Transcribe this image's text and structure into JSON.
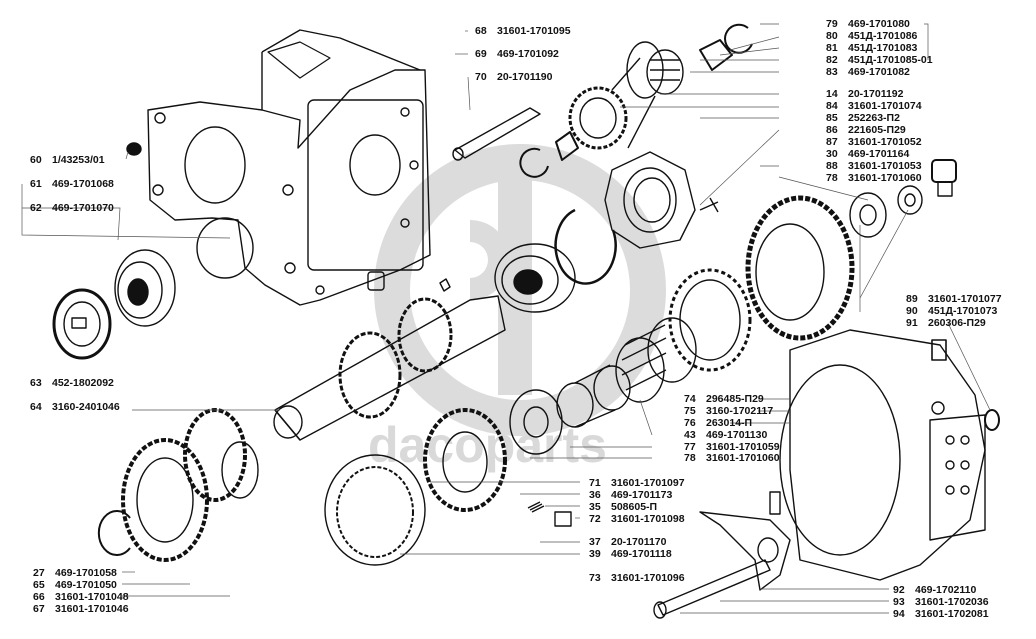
{
  "diagram": {
    "type": "exploded-parts-view",
    "subject": "transfer case / gearbox assembly",
    "watermark": {
      "logo_icon": "gp-logo",
      "text": "dacoparts",
      "color": "#d9d9d9"
    },
    "line_color": "#111111"
  },
  "callouts": [
    {
      "id": "68",
      "part": "31601-1701095"
    },
    {
      "id": "69",
      "part": "469-1701092"
    },
    {
      "id": "70",
      "part": "20-1701190"
    },
    {
      "id": "79",
      "part": "469-1701080"
    },
    {
      "id": "80",
      "part": "451Д-1701086"
    },
    {
      "id": "81",
      "part": "451Д-1701083"
    },
    {
      "id": "82",
      "part": "451Д-1701085-01"
    },
    {
      "id": "83",
      "part": "469-1701082"
    },
    {
      "id": "14",
      "part": "20-1701192"
    },
    {
      "id": "84",
      "part": "31601-1701074"
    },
    {
      "id": "85",
      "part": "252263-П2"
    },
    {
      "id": "86",
      "part": "221605-П29"
    },
    {
      "id": "87",
      "part": "31601-1701052"
    },
    {
      "id": "30",
      "part": "469-1701164"
    },
    {
      "id": "88",
      "part": "31601-1701053"
    },
    {
      "id": "78",
      "part": "31601-1701060"
    },
    {
      "id": "60",
      "part": "1/43253/01"
    },
    {
      "id": "61",
      "part": "469-1701068"
    },
    {
      "id": "62",
      "part": "469-1701070"
    },
    {
      "id": "89",
      "part": "31601-1701077"
    },
    {
      "id": "90",
      "part": "451Д-1701073"
    },
    {
      "id": "91",
      "part": "260306-П29"
    },
    {
      "id": "63",
      "part": "452-1802092"
    },
    {
      "id": "64",
      "part": "3160-2401046"
    },
    {
      "id": "74",
      "part": "296485-П29"
    },
    {
      "id": "75",
      "part": "3160-1702117"
    },
    {
      "id": "76",
      "part": "263014-П"
    },
    {
      "id": "43",
      "part": "469-1701130"
    },
    {
      "id": "77",
      "part": "31601-1701059"
    },
    {
      "id": "78",
      "part": "31601-1701060"
    },
    {
      "id": "71",
      "part": "31601-1701097"
    },
    {
      "id": "36",
      "part": "469-1701173"
    },
    {
      "id": "35",
      "part": "508605-П"
    },
    {
      "id": "72",
      "part": "31601-1701098"
    },
    {
      "id": "37",
      "part": "20-1701170"
    },
    {
      "id": "39",
      "part": "469-1701118"
    },
    {
      "id": "73",
      "part": "31601-1701096"
    },
    {
      "id": "27",
      "part": "469-1701058"
    },
    {
      "id": "65",
      "part": "469-1701050"
    },
    {
      "id": "66",
      "part": "31601-1701048"
    },
    {
      "id": "67",
      "part": "31601-1701046"
    },
    {
      "id": "92",
      "part": "469-1702110"
    },
    {
      "id": "93",
      "part": "31601-1702036"
    },
    {
      "id": "94",
      "part": "31601-1702081"
    }
  ]
}
